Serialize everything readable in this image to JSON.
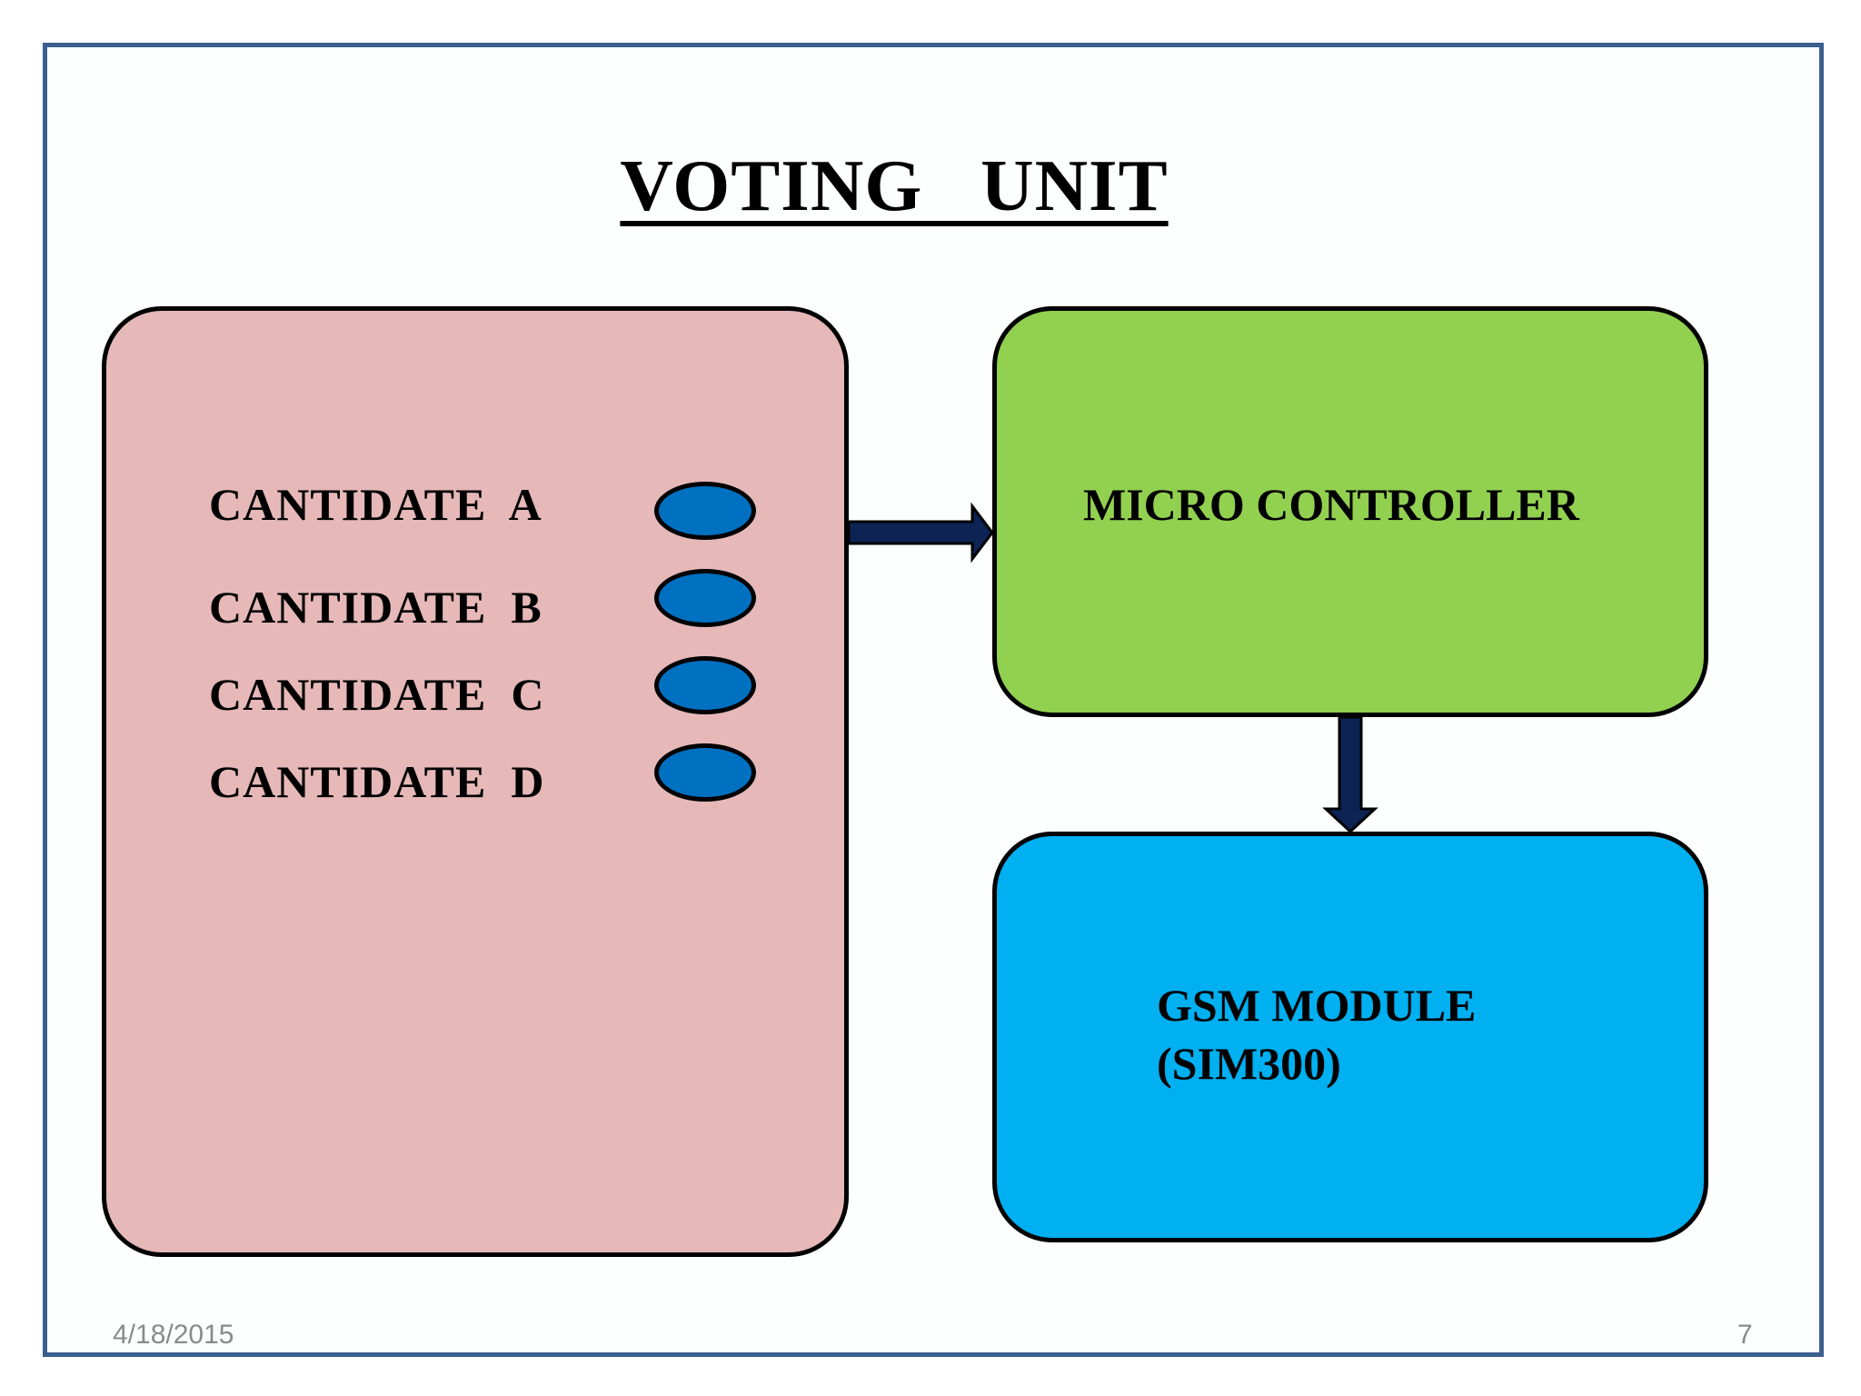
{
  "slide": {
    "title": "VOTING   UNIT",
    "date": "4/18/2015",
    "page_number": "7"
  },
  "voting_panel": {
    "candidates": [
      {
        "label": "CANTIDATE  A"
      },
      {
        "label": "CANTIDATE  B"
      },
      {
        "label": "CANTIDATE  C"
      },
      {
        "label": "CANTIDATE  D"
      }
    ]
  },
  "micro_controller": {
    "label": "MICRO CONTROLLER"
  },
  "gsm_module": {
    "line1": "GSM MODULE",
    "line2": "(SIM300)"
  },
  "colors": {
    "voting_panel": "#e6b8b8",
    "micro_controller": "#92d050",
    "gsm_module": "#00b0f0",
    "button": "#0070c0",
    "arrow": "#0d2354",
    "frame": "#3b5f8f"
  }
}
